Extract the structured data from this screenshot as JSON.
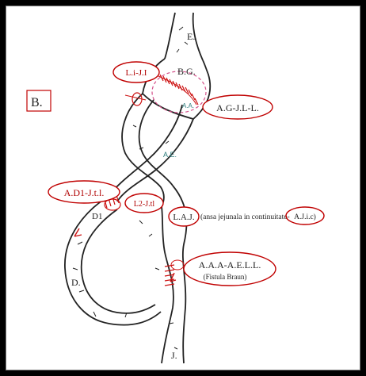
{
  "figure_label": "B.",
  "labels": {
    "E": "E.",
    "BG": "B.G.",
    "AA": "A.A.",
    "AE": "A.E.",
    "D1": "D1",
    "D": "D.",
    "J": "J."
  },
  "callouts": {
    "LiJI": "L.i-J.I",
    "AGJLL": "A.G-J.L-L.",
    "AD1Jtl": "A.D1-J.t.l.",
    "L2Jt": "L2-J.tl",
    "LAJ": "L.A.J.",
    "ansa_text": "(ansa jejunala in continuitate-",
    "AJic": "A.J.i.c)",
    "AAAAELL": "A.A.A-A.E.L.L.",
    "fistula": "(Fistula Braun)"
  },
  "colors": {
    "outline": "#222222",
    "annotation_red": "#c00000",
    "stitch_red": "#cc1111",
    "ink_teal": "#2e7d7d",
    "dashed_pink": "#d4508a",
    "frame": "#000000"
  }
}
